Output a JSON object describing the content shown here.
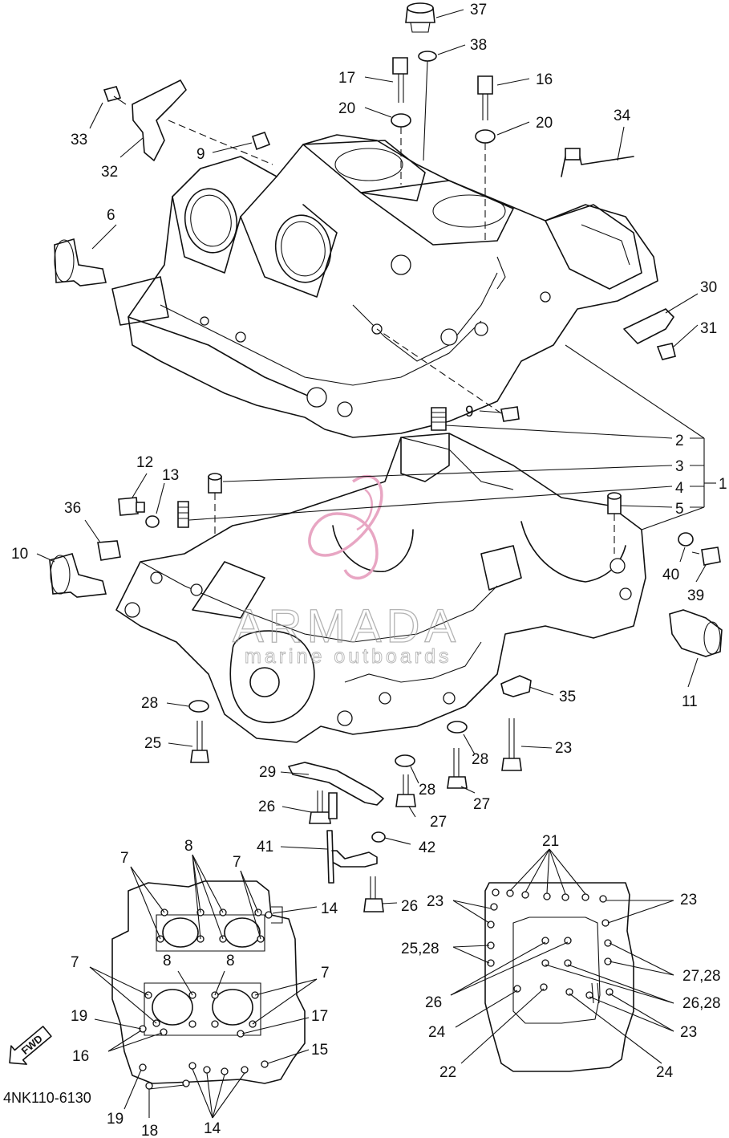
{
  "diagram_code": "4NK110-6130",
  "fwd_label": "FWD",
  "watermark": {
    "brand": "ARMADA",
    "tagline": "marine outboards"
  },
  "callouts": {
    "c1": "1",
    "c2": "2",
    "c3": "3",
    "c4": "4",
    "c5": "5",
    "c6": "6",
    "c7": "7",
    "c8": "8",
    "c9": "9",
    "c10": "10",
    "c11": "11",
    "c12": "12",
    "c13": "13",
    "c14": "14",
    "c15": "15",
    "c16": "16",
    "c17": "17",
    "c18": "18",
    "c19": "19",
    "c20": "20",
    "c21": "21",
    "c22": "22",
    "c23": "23",
    "c24": "24",
    "c25": "25",
    "c25_28": "25,28",
    "c26": "26",
    "c26_28": "26,28",
    "c27": "27",
    "c27_28": "27,28",
    "c28": "28",
    "c29": "29",
    "c30": "30",
    "c31": "31",
    "c32": "32",
    "c33": "33",
    "c34": "34",
    "c35": "35",
    "c36": "36",
    "c37": "37",
    "c38": "38",
    "c39": "39",
    "c40": "40",
    "c41": "41",
    "c42": "42"
  }
}
